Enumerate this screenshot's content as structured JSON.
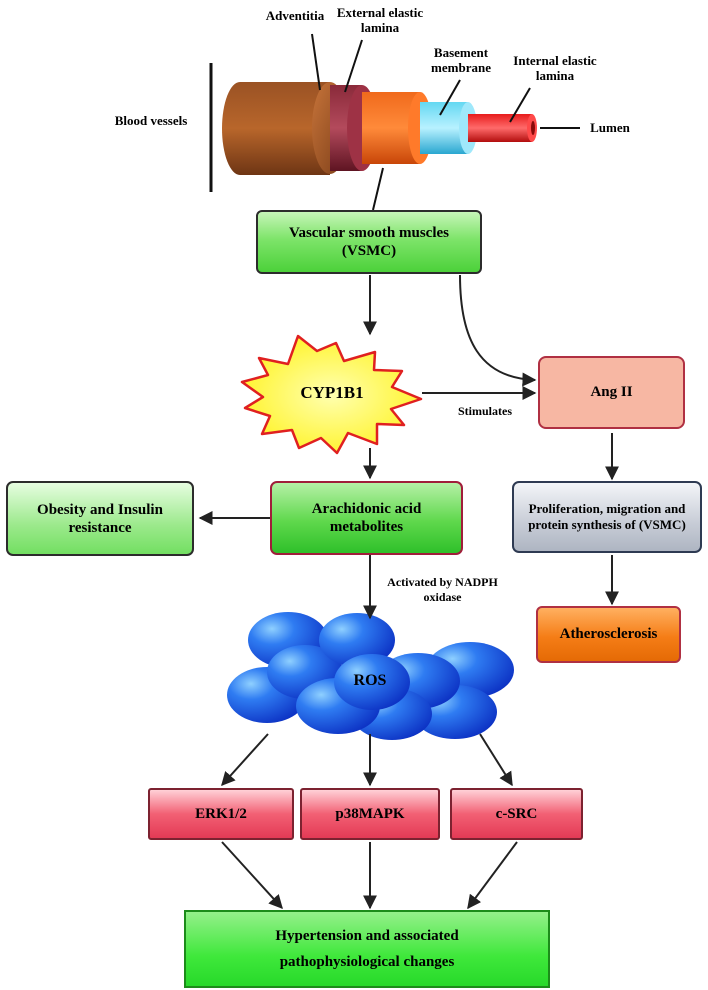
{
  "vessel": {
    "group_label": "Blood vessels",
    "adventitia": "Adventitia",
    "external_elastic_lamina": "External elastic lamina",
    "basement_membrane": "Basement membrane",
    "internal_elastic_lamina": "Internal elastic lamina",
    "lumen": "Lumen"
  },
  "nodes": {
    "vsmc": "Vascular smooth muscles (VSMC)",
    "cyp1b1": "CYP1B1",
    "ang2": "Ang II",
    "arachidonic": "Arachidonic acid metabolites",
    "obesity": "Obesity and Insulin resistance",
    "proliferation": "Proliferation, migration and protein synthesis of (VSMC)",
    "atherosclerosis": "Atherosclerosis",
    "ros": "ROS",
    "erk": "ERK1/2",
    "p38": "p38MAPK",
    "csrc": "c-SRC",
    "hypertension_line1": "Hypertension and associated",
    "hypertension_line2": "pathophysiological changes"
  },
  "edge_labels": {
    "stimulates": "Stimulates",
    "nadph": "Activated by NADPH oxidase"
  },
  "colors": {
    "green": "#5cd84a",
    "pink": "#f7b7a3",
    "orange": "#f57d16",
    "red": "#e9475f",
    "ros_blue": "#1f57e6",
    "cyp_yellow": "#fff21a",
    "cyp_border": "#e02020"
  }
}
